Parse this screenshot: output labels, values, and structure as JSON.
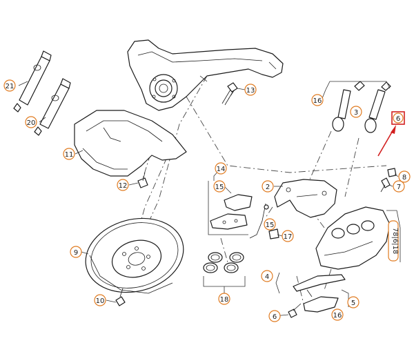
{
  "callouts": {
    "c21": "21",
    "c20": "20",
    "c13": "13",
    "c16a": "16",
    "c3": "3",
    "c6top": "6",
    "c11": "11",
    "c12": "12",
    "c14": "14",
    "c15a": "15",
    "c2": "2",
    "c8": "8",
    "c7": "7",
    "c15b": "15",
    "c17": "17",
    "c9": "9",
    "c4": "4",
    "c10": "10",
    "c18": "18",
    "c6bot": "6",
    "c5": "5",
    "c16b": "16",
    "vlabel": "78|6|18"
  },
  "colors": {
    "callout_border": "#e07a1f",
    "highlight": "#d21f1f"
  }
}
